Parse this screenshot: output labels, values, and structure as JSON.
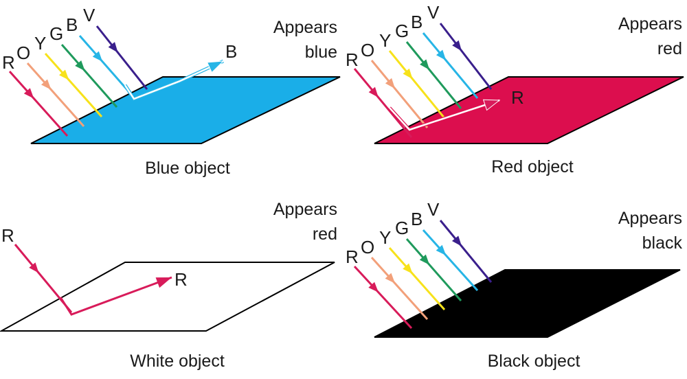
{
  "colors": {
    "R": "#d81b5a",
    "O": "#f2a07a",
    "Y": "#f7e21b",
    "G": "#1f9a5c",
    "B": "#27b5e6",
    "V": "#3a1f8c",
    "blue_surface": "#1aaee8",
    "red_surface": "#dc0e4e",
    "white_surface": "#ffffff",
    "black_surface": "#000000",
    "outline": "#000000"
  },
  "spectrum_letters": [
    "R",
    "O",
    "Y",
    "G",
    "B",
    "V"
  ],
  "panels": [
    {
      "id": "blue",
      "caption": "Blue object",
      "appears": [
        "Appears",
        "blue"
      ],
      "surface_color_key": "blue_surface",
      "incident_rays": [
        "R",
        "O",
        "Y",
        "G",
        "B",
        "V"
      ],
      "reflected": {
        "letter": "B",
        "color_key": "B"
      }
    },
    {
      "id": "red",
      "caption": "Red object",
      "appears": [
        "Appears",
        "red"
      ],
      "surface_color_key": "red_surface",
      "incident_rays": [
        "R",
        "O",
        "Y",
        "G",
        "B",
        "V"
      ],
      "reflected": {
        "letter": "R",
        "color_key": "R"
      }
    },
    {
      "id": "white",
      "caption": "White object",
      "appears": [
        "Appears",
        "red"
      ],
      "surface_color_key": "white_surface",
      "incident_rays": [
        "R"
      ],
      "reflected": {
        "letter": "R",
        "color_key": "R"
      }
    },
    {
      "id": "black",
      "caption": "Black object",
      "appears": [
        "Appears",
        "black"
      ],
      "surface_color_key": "black_surface",
      "incident_rays": [
        "R",
        "O",
        "Y",
        "G",
        "B",
        "V"
      ],
      "reflected": null
    }
  ]
}
